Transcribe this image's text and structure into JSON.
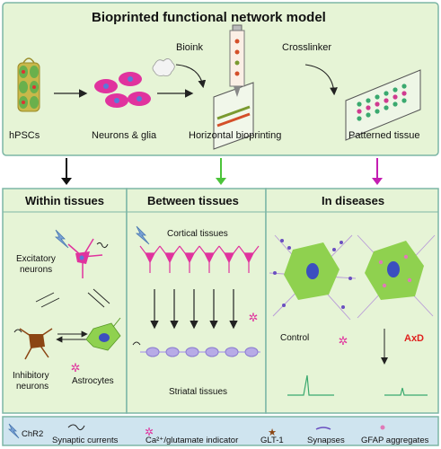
{
  "top": {
    "title": "Bioprinted functional network model",
    "steps": [
      "hPSCs",
      "Neurons & glia",
      "Horizontal bioprinting",
      "Patterned tissue"
    ],
    "bioink": "Bioink",
    "crosslinker": "Crosslinker"
  },
  "panels": {
    "within": {
      "title": "Within tissues",
      "excitatory": [
        "Excitatory",
        "neurons"
      ],
      "inhibitory": [
        "Inhibitory",
        "neurons"
      ],
      "astrocytes": "Astrocytes"
    },
    "between": {
      "title": "Between tissues",
      "cortical": "Cortical tissues",
      "striatal": "Striatal tissues"
    },
    "diseases": {
      "title": "In diseases",
      "control": "Control",
      "axd": "AxD"
    }
  },
  "legend": {
    "items": [
      "ChR2",
      "Synaptic currents",
      "Ca²⁺/glutamate indicator",
      "GLT-1",
      "Synapses",
      "GFAP aggregates"
    ]
  },
  "colors": {
    "panel_fill": "#e6f4d6",
    "panel_border": "#7db6a6",
    "legend_fill": "#cfe4ef",
    "neuron_magenta": "#e0339e",
    "neuron_lavender": "#9d8fd6",
    "astrocyte_green": "#8fd14f",
    "inhibitory_brown": "#8b4513",
    "arrow_green": "#4cc43a",
    "arrow_magenta": "#c41eb2",
    "axd_red": "#e0201e"
  }
}
